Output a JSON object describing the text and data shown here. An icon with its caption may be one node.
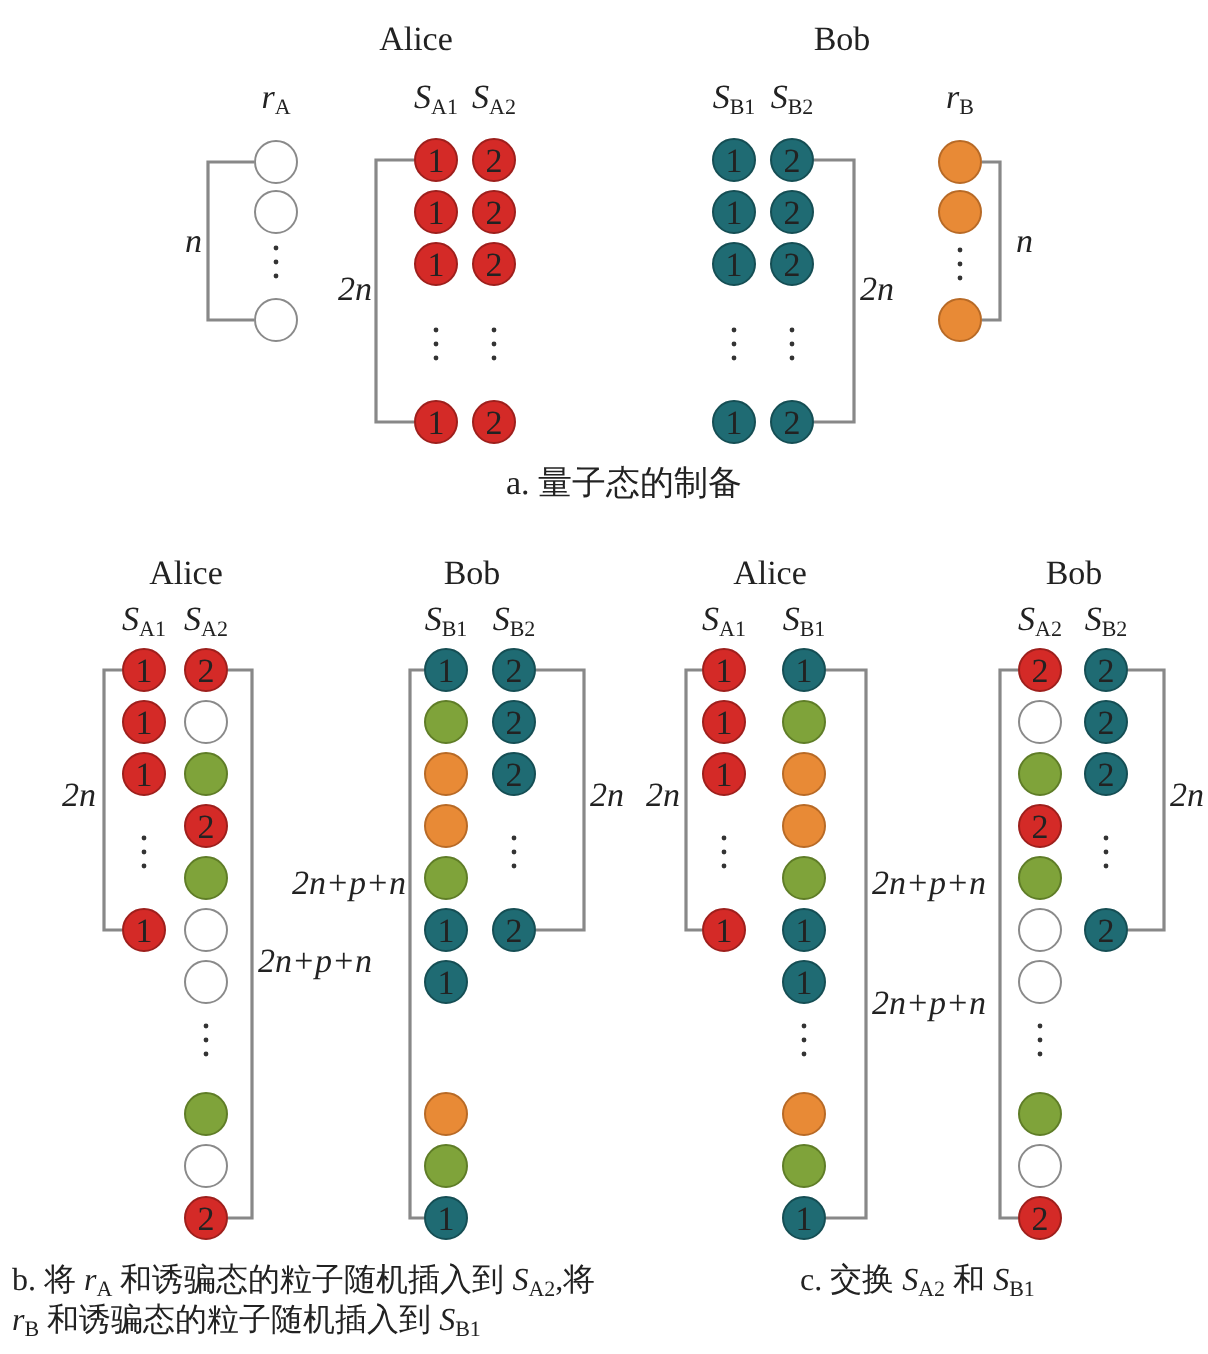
{
  "diagram": {
    "nodes": [
      {
        "text": [],
        "shape": "circle"
      },
      {
        "text": [],
        "shape": "circle"
      },
      {
        "text": [],
        "shape": "circle"
      },
      {
        "text": [
          "1"
        ]
      },
      {
        "text": [
          "1"
        ]
      },
      {
        "text": [
          "1"
        ]
      },
      {
        "text": [
          "1"
        ]
      },
      {
        "text": [
          "2"
        ]
      },
      {
        "text": [
          "2"
        ]
      },
      {
        "text": [
          "2"
        ]
      },
      {
        "text": [
          "2"
        ]
      },
      {
        "text": [
          "1"
        ]
      },
      {
        "text": [
          "1"
        ]
      },
      {
        "text": [
          "1"
        ]
      },
      {
        "text": [
          "1"
        ]
      },
      {
        "text": [
          "2"
        ]
      },
      {
        "text": [
          "2"
        ]
      },
      {
        "text": [
          "2"
        ]
      },
      {
        "text": [
          "2"
        ]
      },
      {
        "text": [],
        "shape": "circle"
      },
      {
        "text": [],
        "shape": "circle"
      },
      {
        "text": [],
        "shape": "circle"
      },
      {
        "text": [
          "1"
        ]
      },
      {
        "text": [
          "1"
        ]
      },
      {
        "text": [
          "1"
        ]
      },
      {
        "text": [
          "1"
        ]
      },
      {
        "text": [
          "2"
        ]
      },
      {
        "text": [],
        "shape": "circle"
      },
      {
        "text": [],
        "shape": "circle"
      },
      {
        "text": [
          "2"
        ]
      },
      {
        "text": [],
        "shape": "circle"
      },
      {
        "text": [],
        "shape": "circle"
      },
      {
        "text": [],
        "shape": "circle"
      },
      {
        "text": [],
        "shape": "circle"
      },
      {
        "text": [],
        "shape": "circle"
      },
      {
        "text": [
          "2"
        ]
      },
      {
        "text": [
          "1"
        ]
      },
      {
        "text": [],
        "shape": "circle"
      },
      {
        "text": [],
        "shape": "circle"
      },
      {
        "text": [],
        "shape": "circle"
      },
      {
        "text": [],
        "shape": "circle"
      },
      {
        "text": [
          "1"
        ]
      },
      {
        "text": [
          "1"
        ]
      },
      {
        "text": [],
        "shape": "circle"
      },
      {
        "text": [],
        "shape": "circle"
      },
      {
        "text": [
          "1"
        ]
      },
      {
        "text": [
          "2"
        ]
      },
      {
        "text": [
          "2"
        ]
      },
      {
        "text": [
          "2"
        ]
      },
      {
        "text": [
          "2"
        ]
      },
      {
        "text": [
          "1"
        ]
      },
      {
        "text": [
          "1"
        ]
      },
      {
        "text": [
          "1"
        ]
      },
      {
        "text": [
          "1"
        ]
      },
      {
        "text": [
          "1"
        ]
      },
      {
        "text": [],
        "shape": "circle"
      },
      {
        "text": [],
        "shape": "circle"
      },
      {
        "text": [],
        "shape": "circle"
      },
      {
        "text": [],
        "shape": "circle"
      },
      {
        "text": [
          "1"
        ]
      },
      {
        "text": [
          "1"
        ]
      },
      {
        "text": [],
        "shape": "circle"
      },
      {
        "text": [],
        "shape": "circle"
      },
      {
        "text": [
          "1"
        ]
      },
      {
        "text": [
          "2"
        ]
      },
      {
        "text": [],
        "shape": "circle"
      },
      {
        "text": [],
        "shape": "circle"
      },
      {
        "text": [
          "2"
        ]
      },
      {
        "text": [],
        "shape": "circle"
      },
      {
        "text": [],
        "shape": "circle"
      },
      {
        "text": [],
        "shape": "circle"
      },
      {
        "text": [],
        "shape": "circle"
      },
      {
        "text": [],
        "shape": "circle"
      },
      {
        "text": [
          "2"
        ]
      },
      {
        "text": [
          "2"
        ]
      },
      {
        "text": [
          "2"
        ]
      },
      {
        "text": [
          "2"
        ]
      },
      {
        "text": [
          "2"
        ]
      }
    ],
    "labels": [
      "Alice",
      "Bob",
      "*r*$_{A}$",
      "*S*$_{A1}$",
      "*S*$_{A2}$",
      "*S*$_{B1}$",
      "*S*$_{B2}$",
      "*r*$_{B}$",
      "n",
      "2n",
      "2n",
      "n",
      "a. 量子态的制备",
      "Alice",
      "Bob",
      "*S*$_{A1}$",
      "*S*$_{A2}$",
      "*S*$_{B1}$",
      "*S*$_{B2}$",
      "2n",
      "2n+p+n",
      "2n+p+n",
      "2n",
      "Alice",
      "Bob",
      "*S*$_{A1}$",
      "*S*$_{B1}$",
      "*S*$_{A2}$",
      "*S*$_{B2}$",
      "2n",
      "2n+p+n",
      "2n+p+n",
      "2n",
      "b. 将 *r*$_{A}$ 和诱骗态的粒子随机插入到 *S*$_{A2}$,将 *r*$_{B}$ 和诱骗态的粒子随机插入到 *S*$_{B1}$",
      "c. 交换 *S*$_{A2}$ 和 *S*$_{B1}$"
    ]
  }
}
